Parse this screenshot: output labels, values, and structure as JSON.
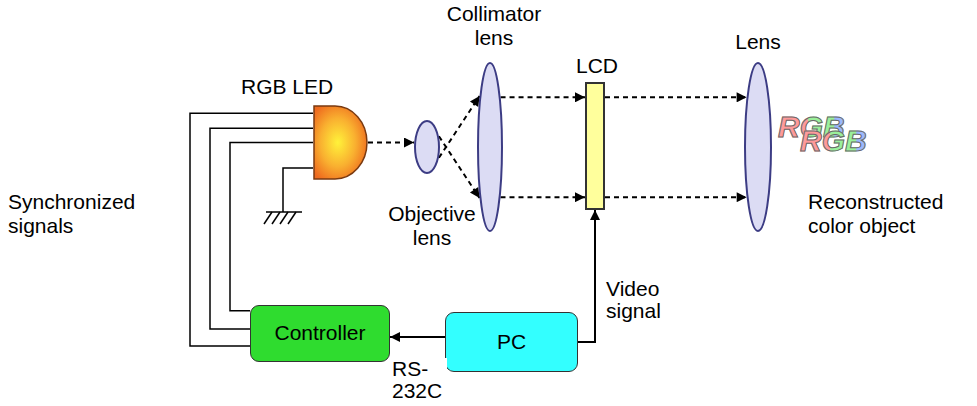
{
  "diagram": {
    "nodes": [
      {
        "text": [
          "RGB LED"
        ]
      },
      {
        "text": [
          "Objective lens"
        ]
      },
      {
        "text": [
          "Collimator lens"
        ]
      },
      {
        "text": [
          "LCD"
        ]
      },
      {
        "text": [
          "Lens"
        ]
      },
      {
        "text": [
          "Controller"
        ]
      },
      {
        "text": [
          "PC"
        ]
      }
    ],
    "edges": [
      {
        "from": 0,
        "to": 1,
        "arrow": "to"
      },
      {
        "from": 1,
        "to": 2,
        "arrow": "to"
      },
      {
        "from": 1,
        "to": 2,
        "arrow": "to"
      },
      {
        "from": 2,
        "to": 3,
        "arrow": "to"
      },
      {
        "from": 2,
        "to": 3,
        "arrow": "to"
      },
      {
        "from": 3,
        "to": 4,
        "arrow": "to"
      },
      {
        "from": 3,
        "to": 4,
        "arrow": "to"
      },
      {
        "from": 5,
        "to": 0,
        "arrow": "none"
      },
      {
        "from": 5,
        "to": 0,
        "arrow": "none"
      },
      {
        "from": 5,
        "to": 0,
        "arrow": "none"
      },
      {
        "from": 6,
        "to": 5,
        "label": "RS-232C",
        "arrow": "to"
      },
      {
        "from": 6,
        "to": 3,
        "label": "Video signal",
        "arrow": "to"
      }
    ],
    "labels": [
      "Synchronized signals",
      "Reconstructed color object",
      "RGB",
      "RGB"
    ]
  }
}
